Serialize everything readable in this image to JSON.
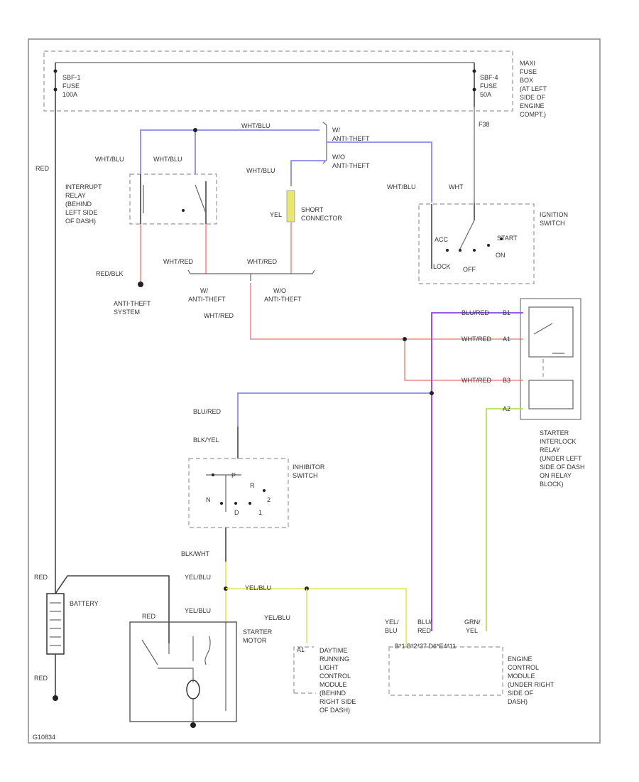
{
  "colors": {
    "blue": "#8a8aee",
    "red": "#f09a9a",
    "yellow": "#e8e870",
    "green": "#b0e060",
    "purple": "#8a44e0",
    "black": "#333333"
  },
  "labels": {
    "maxi_fuse_box": [
      "MAXI",
      "FUSE",
      "BOX",
      "(AT LEFT",
      "SIDE OF",
      "ENGINE",
      "COMPT.)"
    ],
    "sbf1": [
      "SBF-1",
      "FUSE",
      "100A"
    ],
    "sbf4": [
      "SBF-4",
      "FUSE",
      "50A"
    ],
    "f38": "F38",
    "red_left": "RED",
    "wht_blu_top": "WHT/BLU",
    "wht_blu_a": "WHT/BLU",
    "wht_blu_b": "WHT/BLU",
    "wht_blu_c": "WHT/BLU",
    "wht_blu_d": "WHT/BLU",
    "wht": "WHT",
    "w_antitheft": [
      "W/",
      "ANTI-THEFT"
    ],
    "wo_antitheft": [
      "W/O",
      "ANTI-THEFT"
    ],
    "interrupt_relay": [
      "INTERRUPT",
      "RELAY",
      "(BEHIND",
      "LEFT SIDE",
      "OF DASH)"
    ],
    "yel": "YEL",
    "short_connector": [
      "SHORT",
      "CONNECTOR"
    ],
    "ignition_switch": [
      "IGNITION",
      "SWITCH"
    ],
    "ign_acc": "ACC",
    "ign_start": "START",
    "ign_on": "ON",
    "ign_lock": "LOCK",
    "ign_off": "OFF",
    "red_blk": "RED/BLK",
    "anti_theft_system": [
      "ANTI-THEFT",
      "SYSTEM"
    ],
    "wht_red_a": "WHT/RED",
    "wht_red_b": "WHT/RED",
    "wht_red_c": "WHT/RED",
    "w_antitheft2": [
      "W/",
      "ANTI-THEFT"
    ],
    "wo_antitheft2": [
      "W/O",
      "ANTI-THEFT"
    ],
    "blu_red_in": "BLU/RED",
    "wht_red_in1": "WHT/RED",
    "wht_red_in2": "WHT/RED",
    "pin_b1": "B1",
    "pin_a1": "A1",
    "pin_b3": "B3",
    "pin_a2": "A2",
    "starter_interlock": [
      "STARTER",
      "INTERLOCK",
      "RELAY",
      "(UNDER LEFT",
      "SIDE OF DASH",
      "ON RELAY",
      "BLOCK)"
    ],
    "blu_red": "BLU/RED",
    "blk_yel": "BLK/YEL",
    "inhibitor_switch": [
      "INHIBITOR",
      "SWITCH"
    ],
    "inh_p": "P",
    "inh_r": "R",
    "inh_n": "N",
    "inh_d": "D",
    "inh_2": "2",
    "inh_1": "1",
    "blk_wht": "BLK/WHT",
    "yel_blu_1": "YEL/BLU",
    "yel_blu_2": "YEL/BLU",
    "yel_blu_3": "YEL/BLU",
    "yel_blu_4": "YEL/BLU",
    "battery": "BATTERY",
    "red_batt_top": "RED",
    "red_batt_bot": "RED",
    "red_starter": "RED",
    "starter_motor": [
      "STARTER",
      "MOTOR"
    ],
    "daytime_running": [
      "DAYTIME",
      "RUNNING",
      "LIGHT",
      "CONTROL",
      "MODULE",
      "(BEHIND",
      "RIGHT SIDE",
      "OF DASH)"
    ],
    "yel_blu_ecm": [
      "YEL/",
      "BLU"
    ],
    "blu_red_ecm": [
      "BLU/",
      "RED"
    ],
    "grn_yel": [
      "GRN/",
      "YEL"
    ],
    "ecm_pins": "B*1    B*2*37    D6*E4*11",
    "engine_control": [
      "ENGINE",
      "CONTROL",
      "MODULE",
      "(UNDER RIGHT",
      "SIDE OF",
      "DASH)"
    ],
    "drl_pin": "A1",
    "fig_id": "G10834"
  }
}
